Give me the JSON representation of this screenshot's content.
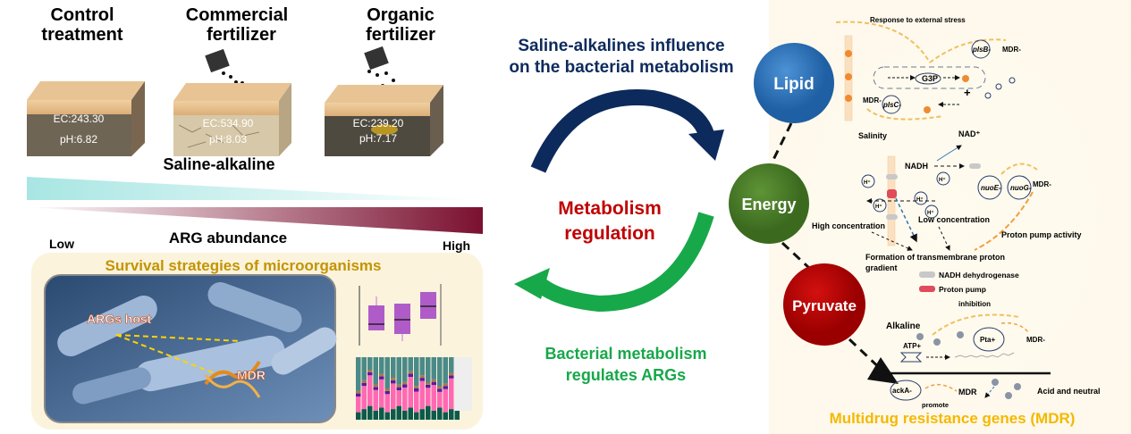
{
  "treatments": [
    {
      "title_line1": "Control",
      "title_line2": "treatment",
      "ec": "EC:243.30",
      "ph": "pH:6.82"
    },
    {
      "title_line1": "Commercial",
      "title_line2": "fertilizer",
      "ec": "EC:534.90",
      "ph": "pH:8.03"
    },
    {
      "title_line1": "Organic",
      "title_line2": "fertilizer",
      "ec": "EC:239.20",
      "ph": "pH:7.17"
    }
  ],
  "saline_label": "Saline-alkaline",
  "gradient": {
    "low": "Low",
    "title": "ARG abundance",
    "high": "High"
  },
  "survival": {
    "title": "Survival strategies of microorganisms",
    "args_host": "ARGs host",
    "mdr": "MDR"
  },
  "cycle": {
    "top_line1": "Saline-alkalines influence",
    "top_line2": "on the bacterial metabolism",
    "center_line1": "Metabolism",
    "center_line2": "regulation",
    "bottom_line1": "Bacterial metabolism",
    "bottom_line2": "regulates ARGs"
  },
  "nodes": {
    "lipid": "Lipid",
    "energy": "Energy",
    "pyruvate": "Pyruvate"
  },
  "lipid_panel": {
    "response": "Response to external stress",
    "plsB": "plsB-",
    "mdr1": "MDR-",
    "g3p": "G3P",
    "plus": "+",
    "mdr2": "MDR-",
    "plsC": "plsC-",
    "salinity": "Salinity",
    "nad": "NAD⁺"
  },
  "energy_panel": {
    "nadh": "NADH",
    "h": "H⁺",
    "nuoE": "nuoE-",
    "nuoG": "nuoG-",
    "mdr": "MDR-",
    "high": "High concentration",
    "low": "Low concentration",
    "proton_activity": "Proton pump activity",
    "formation_line1": "Formation of transmembrane proton",
    "formation_line2": "gradient",
    "legend_nadh": "NADH dehydrogenase",
    "legend_pump": "Proton pump"
  },
  "pyruvate_panel": {
    "inhibition": "inhibition",
    "alkaline": "Alkaline",
    "atp": "ATP+",
    "pta": "Pta+",
    "mdr1": "MDR-",
    "ackA": "ackA-",
    "mdr2": "MDR",
    "promote": "promote",
    "acid": "Acid and neutral"
  },
  "footer": "Multidrug resistance genes  (MDR)",
  "colors": {
    "navy": "#0d2a5c",
    "green": "#17a84a",
    "red": "#c00000",
    "gold": "#f5b800",
    "lipid": "#2e75b6",
    "energy": "#4f7f2a",
    "pyruvate": "#b80000"
  }
}
